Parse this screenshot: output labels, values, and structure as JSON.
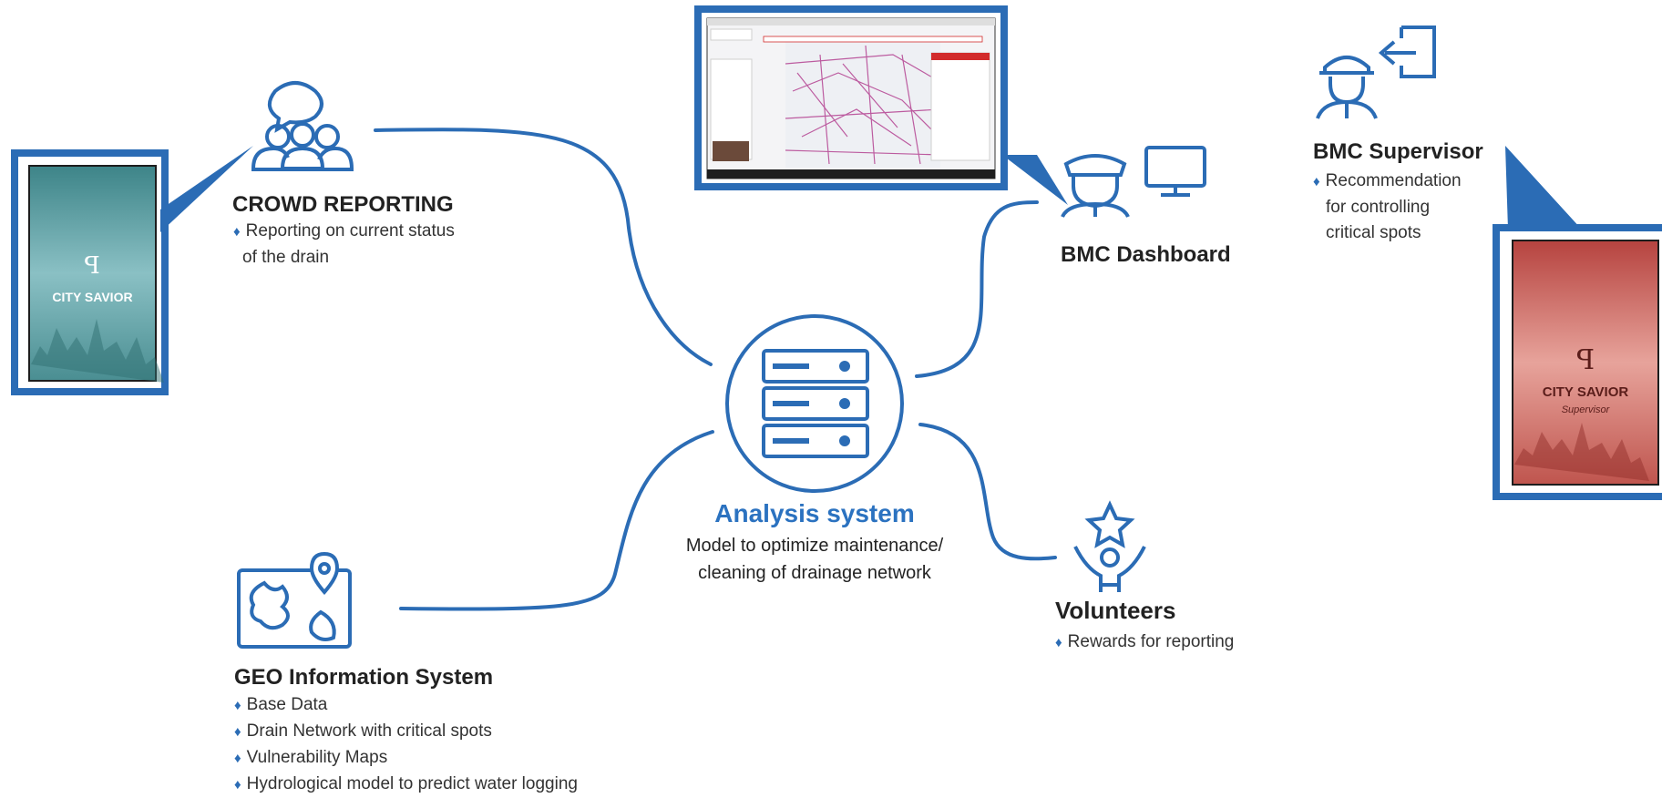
{
  "colors": {
    "accent": "#2b6cb5",
    "text": "#222222",
    "center_title": "#2b72c0"
  },
  "crowd": {
    "title": "CROWD REPORTING",
    "bullets": [
      "Reporting on current status",
      "of the drain"
    ],
    "app_name": "CITY SAVIOR"
  },
  "bmc_dashboard": {
    "title": "BMC Dashboard"
  },
  "supervisor": {
    "title": "BMC Supervisor",
    "bullets": [
      "Recommendation",
      "for controlling",
      "critical spots"
    ],
    "app_name": "CITY SAVIOR",
    "app_sub": "Supervisor"
  },
  "analysis": {
    "title": "Analysis system",
    "sub1": "Model to optimize maintenance/",
    "sub2": "cleaning of drainage network"
  },
  "volunteers": {
    "title": "Volunteers",
    "bullets": [
      "Rewards for reporting"
    ]
  },
  "geo": {
    "title": "GEO Information System",
    "bullets": [
      "Base Data",
      "Drain Network with critical spots",
      "Vulnerability Maps",
      "Hydrological model to predict water logging"
    ]
  },
  "icons": [
    "crowd-people-icon",
    "speech-bubble-icon",
    "database-server-icon",
    "officer-icon",
    "monitor-icon",
    "worker-helmet-icon",
    "logout-icon",
    "map-pin-icon",
    "star-person-icon",
    "city-savior-logo"
  ]
}
